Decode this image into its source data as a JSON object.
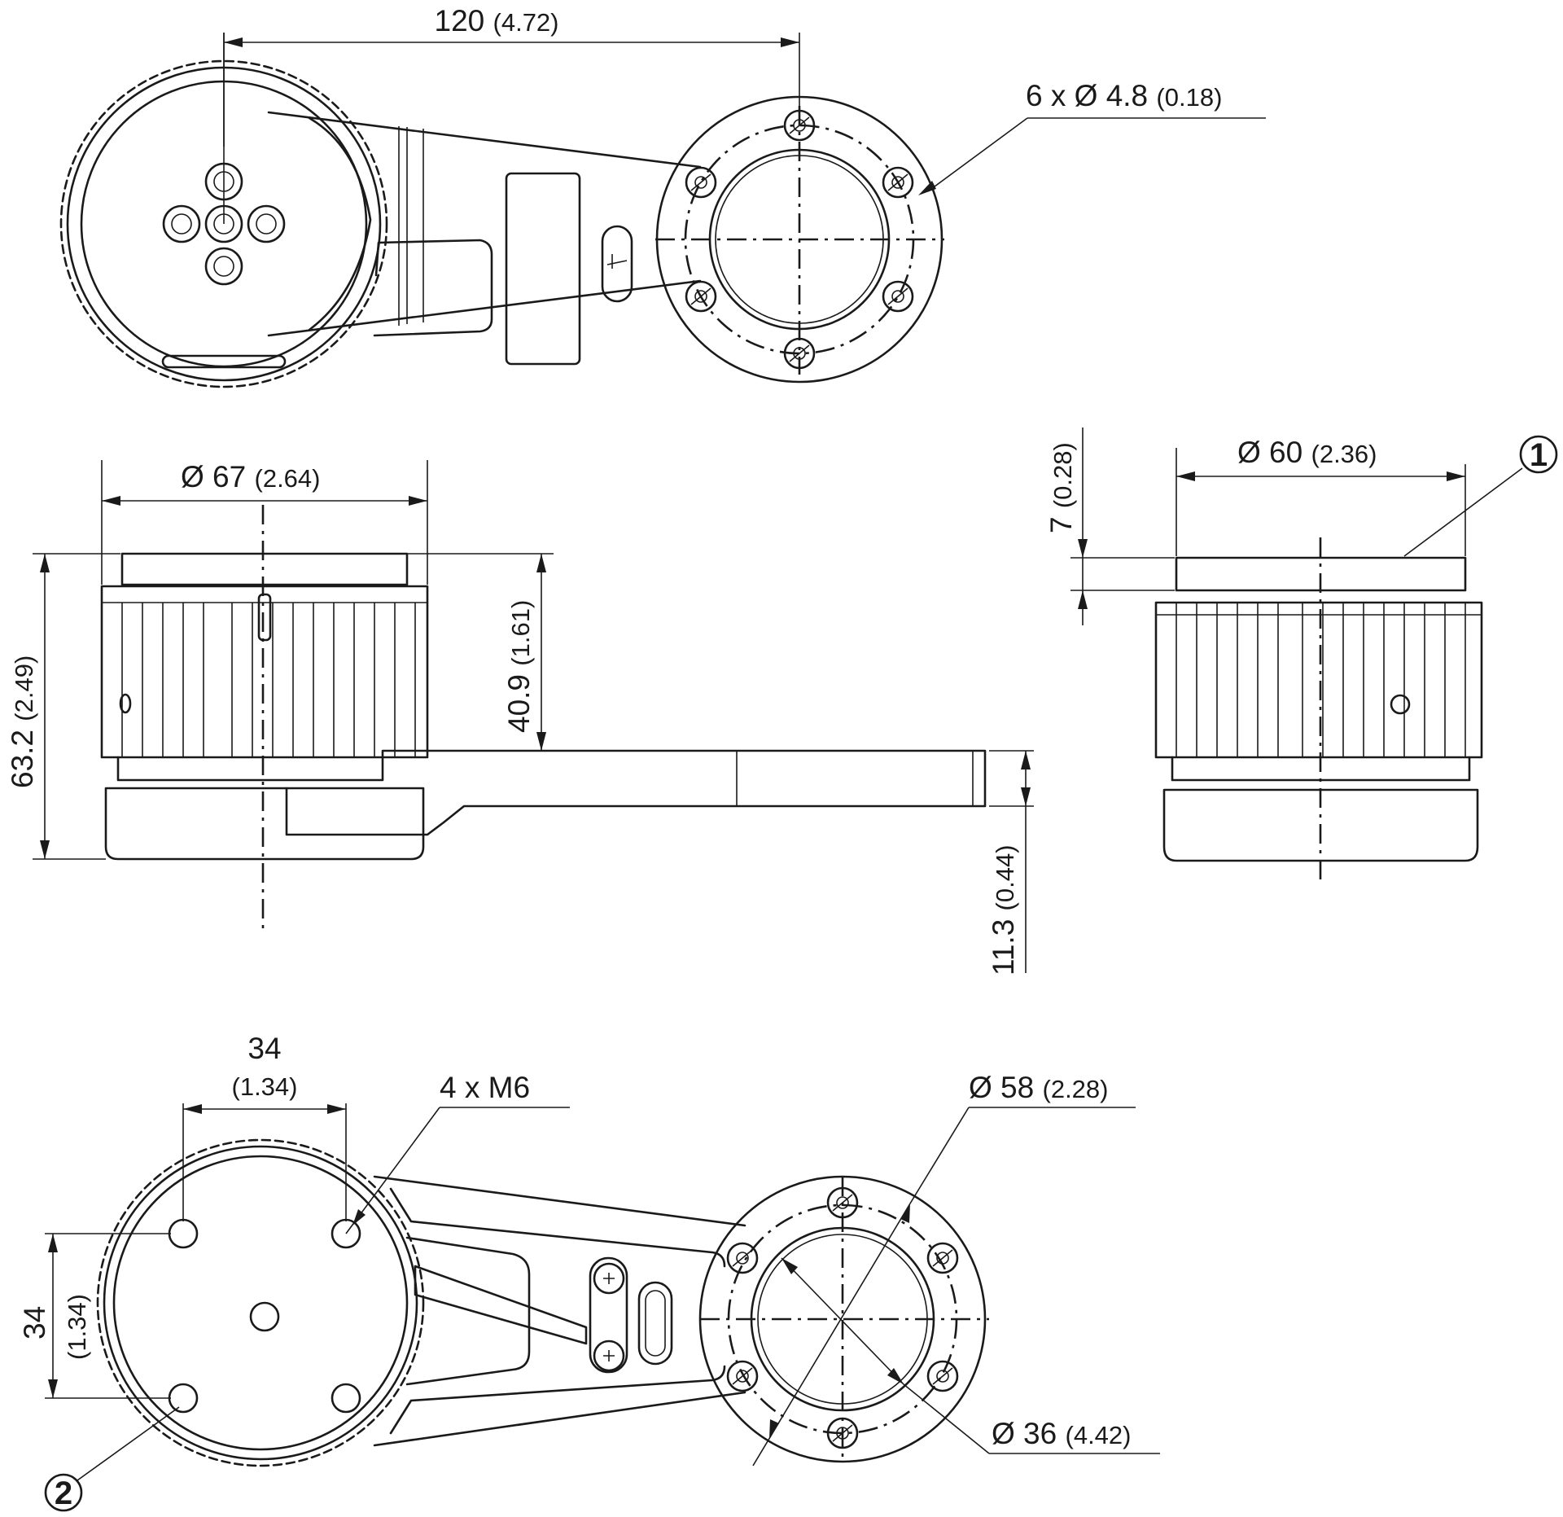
{
  "dimensions": {
    "top_width": {
      "value": "120",
      "sub": "(4.72)"
    },
    "holes_top": {
      "value": "6 x Ø 4.8",
      "sub": "(0.18)"
    },
    "dia_67": {
      "value": "Ø 67",
      "sub": "(2.64)"
    },
    "dia_60": {
      "value": "Ø 60",
      "sub": "(2.36)"
    },
    "height_63": {
      "value": "63.2",
      "sub": "(2.49)"
    },
    "height_40": {
      "value": "40.9",
      "sub": "(1.61)"
    },
    "height_11": {
      "value": "11.3",
      "sub": "(0.44)"
    },
    "height_7": {
      "value": "7",
      "sub": "(0.28)"
    },
    "spacing_h": {
      "value": "34",
      "sub": "(1.34)"
    },
    "spacing_v": {
      "value": "34",
      "sub": "(1.34)"
    },
    "thread": {
      "value": "4 x M6"
    },
    "dia_58": {
      "value": "Ø 58",
      "sub": "(2.28)"
    },
    "dia_36": {
      "value": "Ø 36",
      "sub": "(4.42)"
    }
  },
  "callouts": {
    "one": "1",
    "two": "2"
  }
}
